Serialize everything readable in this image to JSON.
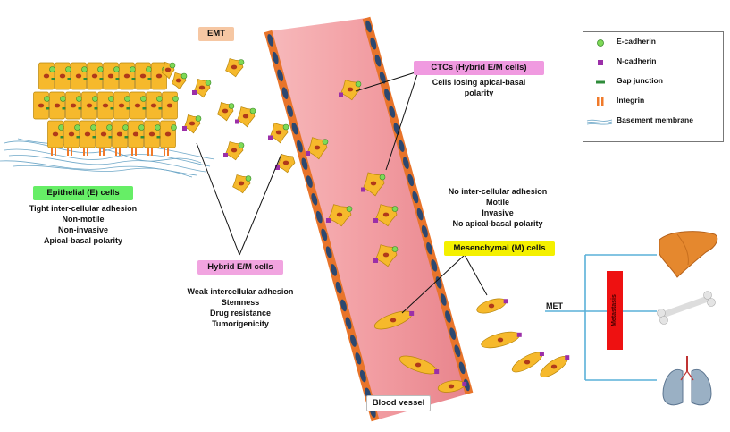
{
  "labels": {
    "emt": "EMT",
    "ctcs": "CTCs (Hybrid E/M cells)",
    "ctcs_desc": [
      "Cells losing apical-basal",
      "polarity"
    ],
    "epithelial_title": "Epithelial (E) cells",
    "epithelial_desc": [
      "Tight inter-cellular adhesion",
      "Non-motile",
      "Non-invasive",
      "Apical-basal polarity"
    ],
    "hybrid_title": "Hybrid E/M cells",
    "hybrid_desc": [
      "Weak intercellular adhesion",
      "Stemness",
      "Drug resistance",
      "Tumorigenicity"
    ],
    "mesenchymal_desc": [
      "No inter-cellular adhesion",
      "Motile",
      "Invasive",
      "No apical-basal polarity"
    ],
    "mesenchymal_title": "Mesenchymal (M) cells",
    "met": "MET",
    "metastasis": "Metastasis",
    "blood_vessel": "Blood vessel"
  },
  "legend": [
    {
      "icon": "e-cadherin-icon",
      "label": "E-cadherin"
    },
    {
      "icon": "n-cadherin-icon",
      "label": "N-cadherin"
    },
    {
      "icon": "gap-junction-icon",
      "label": "Gap junction"
    },
    {
      "icon": "integrin-icon",
      "label": "Integrin"
    },
    {
      "icon": "basement-membrane-icon",
      "label": "Basement membrane"
    }
  ],
  "colors": {
    "cell": "#f6b92c",
    "cell_stroke": "#b8860b",
    "nucleus": "#b03a1a",
    "e_cadherin": "#7ed957",
    "n_cadherin": "#9b2fa8",
    "gap_junction": "#2e8b3a",
    "integrin": "#f07a2a",
    "vessel": "#f2a0a4",
    "vessel_border": "#e8742a",
    "endothelial": "#2c4870",
    "epithelial_tag": "#66ee66",
    "hybrid_tag": "#f1a4e0",
    "ctc_tag": "#f09ae0",
    "mesenchymal_tag": "#f4f000",
    "emt_tag": "#f6c7a3",
    "metastasis_bar": "#ee1111",
    "organ_lines": "#5ab0d8",
    "liver": "#e5882e",
    "lung": "#9ab0c4"
  }
}
